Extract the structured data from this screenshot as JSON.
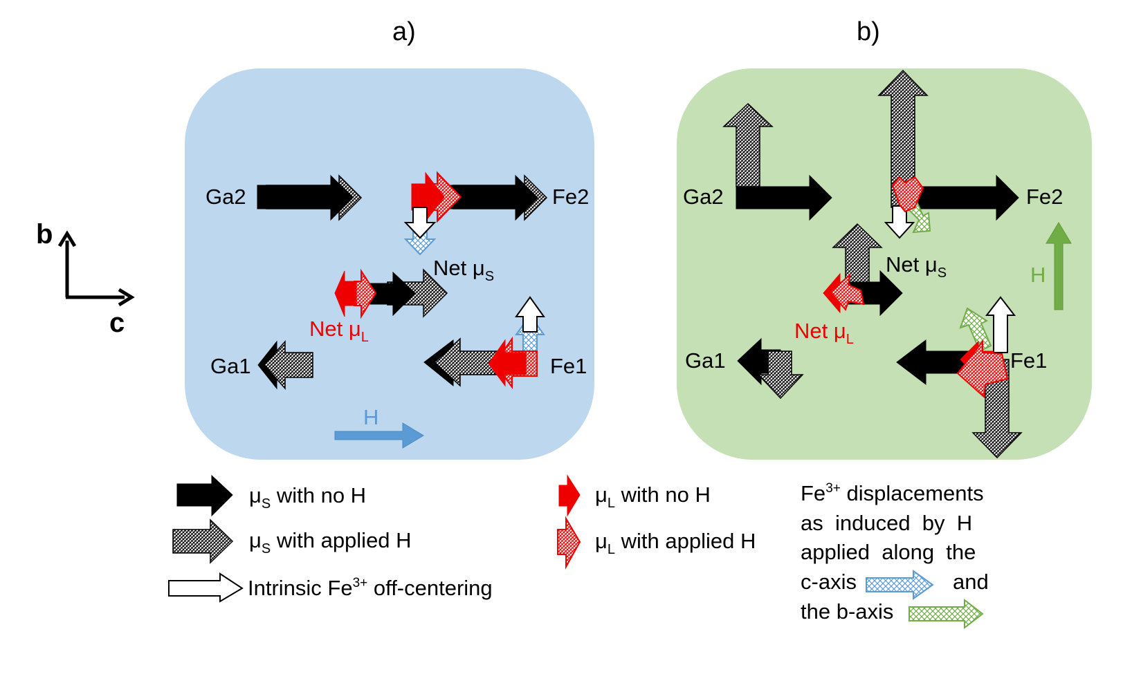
{
  "panels": {
    "a": {
      "title": "a)",
      "ga2": "Ga2",
      "fe2": "Fe2",
      "ga1": "Ga1",
      "fe1": "Fe1",
      "net_mus": "Net μ",
      "net_mul": "Net μ",
      "sub_s": "S",
      "sub_l": "L",
      "field": "H",
      "bg_color": "#bdd7ee"
    },
    "b": {
      "title": "b)",
      "ga2": "Ga2",
      "fe2": "Fe2",
      "ga1": "Ga1",
      "fe1": "Fe1",
      "net_mus": "Net μ",
      "net_mul": "Net μ",
      "sub_s": "S",
      "sub_l": "L",
      "field": "H",
      "bg_color": "#c5e0b4"
    }
  },
  "axes": {
    "b": "b",
    "c": "c"
  },
  "legend": {
    "mus_no_h": " with no H",
    "mus_h": " with applied H",
    "mul_no_h": " with no H",
    "mul_h": " with applied H",
    "mu": "μ",
    "sub_s": "S",
    "sub_l": "L",
    "intrinsic_pre": "Intrinsic Fe",
    "intrinsic_sup": "3+",
    "intrinsic_post": " off-centering",
    "fe_disp": {
      "line1_pre": "Fe",
      "line1_sup": "3+",
      "line1_post": " displacements",
      "line2": "as  induced  by  H",
      "line3": "applied  along  the",
      "line4a": "c-axis",
      "line4b": "and",
      "line5": "the b-axis"
    }
  },
  "colors": {
    "spin": "#000000",
    "orbital": "#ee0000",
    "c_axis_disp": "#5b9bd5",
    "b_axis_disp": "#70ad47"
  }
}
